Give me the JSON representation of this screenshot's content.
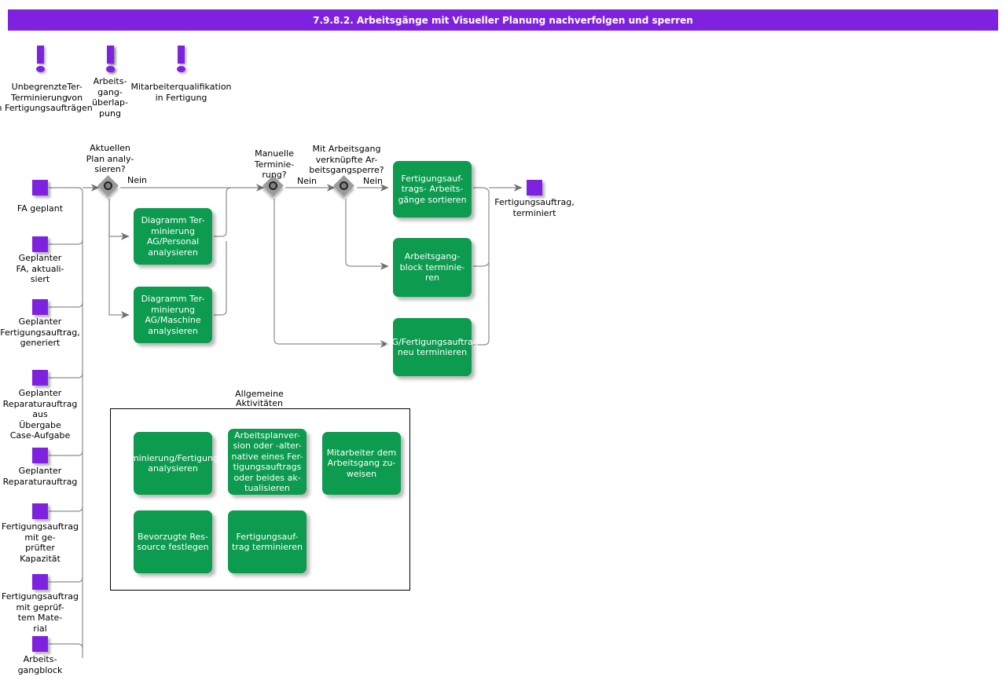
{
  "title": {
    "text": "7.9.8.2. Arbeitsgänge mit Visueller Planung nachverfolgen und sperren"
  },
  "colors": {
    "title_bar": "#7f22e0",
    "event": "#7f22e0",
    "function": "#0c9b4f",
    "rule": "#9a9a9a",
    "connector": "#808080",
    "text": "#000000",
    "function_text": "#ffffff"
  },
  "alerts": [
    {
      "label": "Unbegrenzte\nTerminierung\nvon Fertigungsaufträgen"
    },
    {
      "label": "Ter-\nvon"
    },
    {
      "label": "Arbeits-\ngang-\nüberlap-\npung"
    },
    {
      "label": "Mitarbeiterqualifikation\nin Fertigung"
    }
  ],
  "events": {
    "inputs": [
      {
        "label": "FA geplant"
      },
      {
        "label": "Geplanter\nFA, aktuali-\nsiert"
      },
      {
        "label": "Geplanter\nFertigungsauftrag,\ngeneriert"
      },
      {
        "label": "Geplanter\nReparaturauftrag\naus\nÜbergabe\nCase-Aufgabe"
      },
      {
        "label": "Geplanter\nReparaturauftrag"
      },
      {
        "label": "Fertigungsauftrag\nmit               ge-\nprüfter\nKapazität"
      },
      {
        "label": "Fertigungsauftrag\nmit            geprüf-\ntem            Mate-\nrial"
      },
      {
        "label": "Arbeits-\ngangblock"
      }
    ],
    "output": {
      "label": "Fertigungsauftrag,\nterminiert"
    }
  },
  "rules": [
    {
      "label": "Aktuellen\nPlan  analy-\nsieren?",
      "edge_label": "Nein"
    },
    {
      "label": "Manuelle\nTerminie-\nrung?",
      "edge_label": "Nein"
    },
    {
      "label": "Mit   Arbeitsgang\nverknüpfte   Ar-\nbeitsgangsperre?",
      "edge_label": "Nein"
    }
  ],
  "functions": {
    "analysis": [
      {
        "label": "Diagramm Ter-\nminierung\nAG/Personal\nanalysieren"
      },
      {
        "label": "Diagramm Ter-\nminierung\nAG/Maschine\nanalysieren"
      }
    ],
    "main": [
      {
        "label": "Fertigungsauf-\ntrags-  Arbeits-\ngänge   sortieren"
      },
      {
        "label": "Arbeitsgang-\nblock terminie-\nren"
      },
      {
        "label": "AG/Fertigungsauftrag\nneu terminieren"
      }
    ]
  },
  "group": {
    "label": "Allgemeine\nAktivitäten",
    "functions": [
      {
        "label": "Terminierung/Fertigungsauftrag\nanalysieren"
      },
      {
        "label": "Arbeitsplanver-\nsion oder -alter-\nnative eines Fer-\ntigungsauftrags\noder beides ak-\ntualisieren"
      },
      {
        "label": "Mitarbeiter dem\nArbeitsgang zu-\nweisen"
      },
      {
        "label": "Bevorzugte Res-\nsource festlegen"
      },
      {
        "label": "Fertigungsauf-\ntrag terminieren"
      }
    ]
  }
}
